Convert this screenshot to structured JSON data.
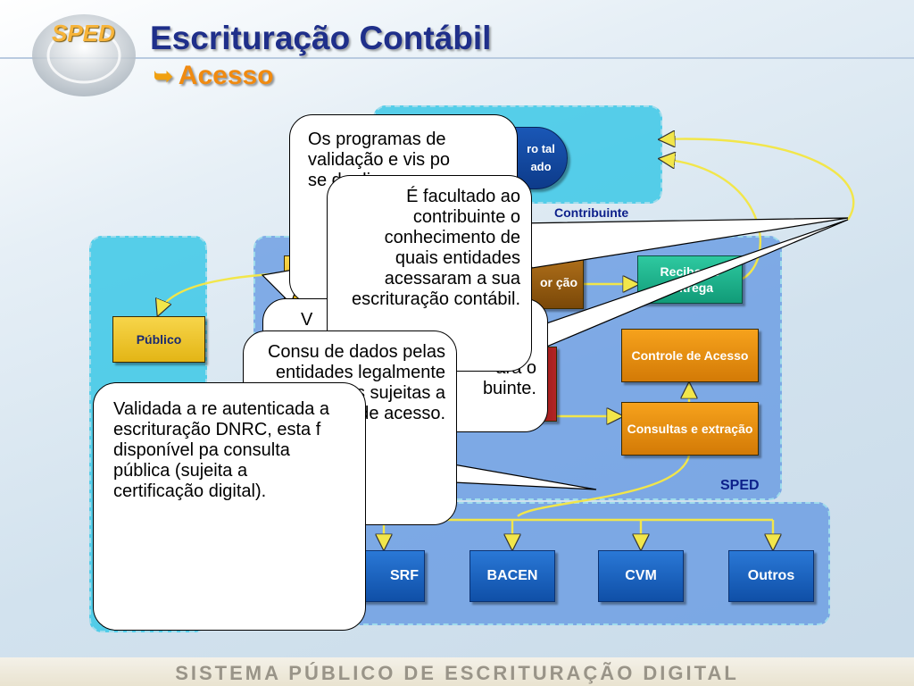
{
  "header": {
    "title": "Escrituração Contábil",
    "subtitle": "Acesso",
    "logo_text": "SPED"
  },
  "footer": {
    "text": "SISTEMA PÚBLICO DE ESCRITURAÇÃO DIGITAL"
  },
  "zones": {
    "sped_label": "SPED",
    "contribuinte_label": "Contribuinte"
  },
  "boxes": {
    "publico": "Público",
    "livro": "ro tal ado",
    "validacao": "or ção",
    "recibo": "Recibo de Entrega",
    "controle": "Controle de Acesso",
    "consultas": "Consultas e extração",
    "srf": "SRF",
    "bacen": "BACEN",
    "cvm": "CVM",
    "outros": "Outros"
  },
  "callouts": {
    "programas": "Os programas de validação e vis po se de dig",
    "facultado": "É facultado ao contribuinte o conhecimento de quais entidades acessaram a sua escrituração contábil.",
    "v_fragment": "V",
    "ara_fragment": "ara o",
    "buinte_fragment": "buinte.",
    "consulta": "Consu de dados pelas entidades legalmente autorizadas sujeitas a controle de acesso.",
    "validada": "Validada a re autenticada a escrituração DNRC, esta f disponível pa consulta pública (sujeita a certificação digital)."
  }
}
